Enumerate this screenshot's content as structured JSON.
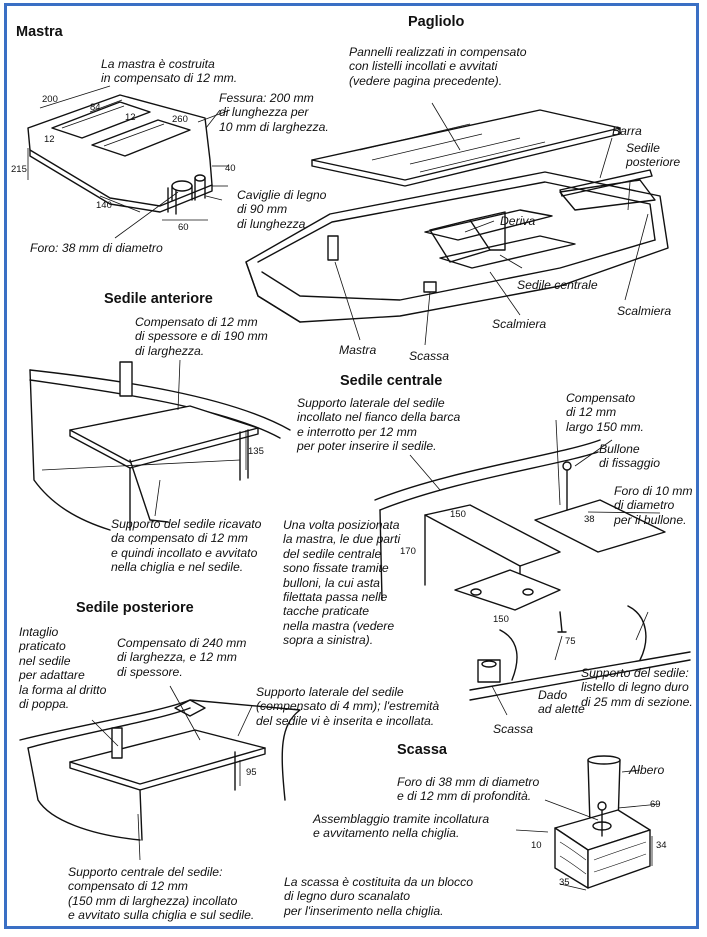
{
  "colors": {
    "frame": "#3a6fc4",
    "ink": "#111111",
    "paper": "#ffffff"
  },
  "sections": {
    "mastra": {
      "title": "Mastra",
      "note_material": "La mastra è costruita\nin compensato di 12 mm.",
      "note_slot": "Fessura: 200 mm\ndi lunghezza per\n10 mm di larghezza.",
      "note_pegs": "Caviglie di legno\ndi 90 mm\ndi lunghezza.",
      "note_hole": "Foro: 38 mm di diametro",
      "dims": [
        "200",
        "84",
        "12",
        "12",
        "260",
        "215",
        "40",
        "140",
        "60"
      ]
    },
    "pagliolo": {
      "title": "Pagliolo",
      "note": "Pannelli realizzati in compensato\ncon listelli incollati e avvitati\n(vedere pagina precedente).",
      "labels": {
        "barra": "Barra",
        "sedile_posteriore": "Sedile\nposteriore",
        "deriva": "Deriva",
        "sedile_centrale": "Sedile centrale",
        "scalmiera_1": "Scalmiera",
        "scalmiera_2": "Scalmiera",
        "mastra": "Mastra",
        "scassa": "Scassa"
      }
    },
    "sedile_anteriore": {
      "title": "Sedile anteriore",
      "note_top": "Compensato di 12 mm\ndi spessore e di 190 mm\ndi larghezza.",
      "note_bottom": "Supporto del sedile ricavato\nda compensato di 12 mm\ne quindi incollato e avvitato\nnella chiglia e nel sedile.",
      "dim": "135"
    },
    "sedile_centrale": {
      "title": "Sedile centrale",
      "note_side": "Supporto laterale del sedile\nincollato nel fianco della barca\ne interrotto per 12 mm\nper poter inserire il sedile.",
      "note_ply": "Compensato\ndi 12 mm\nlargo 150 mm.",
      "note_bolt": "Bullone\ndi fissaggio",
      "note_hole": "Foro di 10 mm\ndi diametro\nper il bullone.",
      "note_main": "Una volta posizionata\nla mastra, le due parti\ndel sedile centrale\nsono fissate tramite\nbulloni, la cui asta\nfilettata passa nelle\ntacche praticate\nnella mastra (vedere\nsopra a sinistra).",
      "note_support": "Supporto del sedile:\nlistello di legno duro\ndi 25 mm di sezione.",
      "note_nut": "Dado\nad alette",
      "note_scassa": "Scassa",
      "dims": [
        "150",
        "38",
        "170",
        "75",
        "150"
      ]
    },
    "sedile_posteriore": {
      "title": "Sedile posteriore",
      "note_cut": "Intaglio\npraticato\nnel sedile\nper adattare\nla forma al dritto\ndi poppa.",
      "note_ply": "Compensato di 240 mm\ndi larghezza, e 12 mm\ndi spessore.",
      "note_side": "Supporto laterale del sedile\n(compensato di 4 mm); l'estremità\ndel sedile vi è inserita e incollata.",
      "note_center": "Supporto centrale del sedile:\ncompensato di 12 mm\n(150 mm di larghezza) incollato\ne avvitato sulla chiglia e sul sedile.",
      "dim": "95"
    },
    "scassa": {
      "title": "Scassa",
      "note_albero": "Albero",
      "note_hole": "Foro di 38 mm di diametro\ne di 12 mm di profondità.",
      "note_join": "Assemblaggio tramite incollatura\ne avvitamento nella chiglia.",
      "note_block": "La scassa è costituita da un blocco\ndi legno duro scanalato\nper l'inserimento nella chiglia.",
      "dims": [
        "69",
        "34",
        "10",
        "35"
      ]
    }
  }
}
